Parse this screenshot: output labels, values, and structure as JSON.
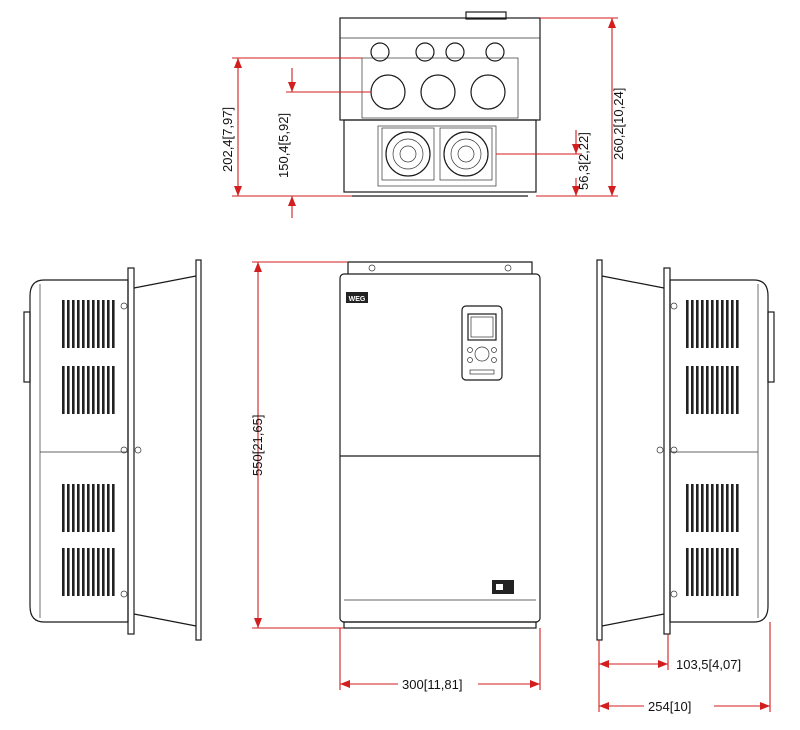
{
  "dimensions": {
    "top_height_total": "260,2",
    "top_height_total_in": "[10,24]",
    "top_height_upper": "202,4",
    "top_height_upper_in": "[7,97]",
    "top_height_mid": "150,4",
    "top_height_mid_in": "[5,92]",
    "top_height_fan": "56,3",
    "top_height_fan_in": "[2,22]",
    "front_height": "550",
    "front_height_in": "[21,65]",
    "front_width": "300",
    "front_width_in": "[11,81]",
    "side_depth_partial": "103,5",
    "side_depth_partial_in": "[4,07]",
    "side_depth_total": "254",
    "side_depth_total_in": "[10]"
  },
  "labels": {
    "logo_text": "WEG"
  },
  "colors": {
    "dimension_line": "#d21e1e",
    "outline": "#1a1a1a",
    "background": "#ffffff"
  }
}
